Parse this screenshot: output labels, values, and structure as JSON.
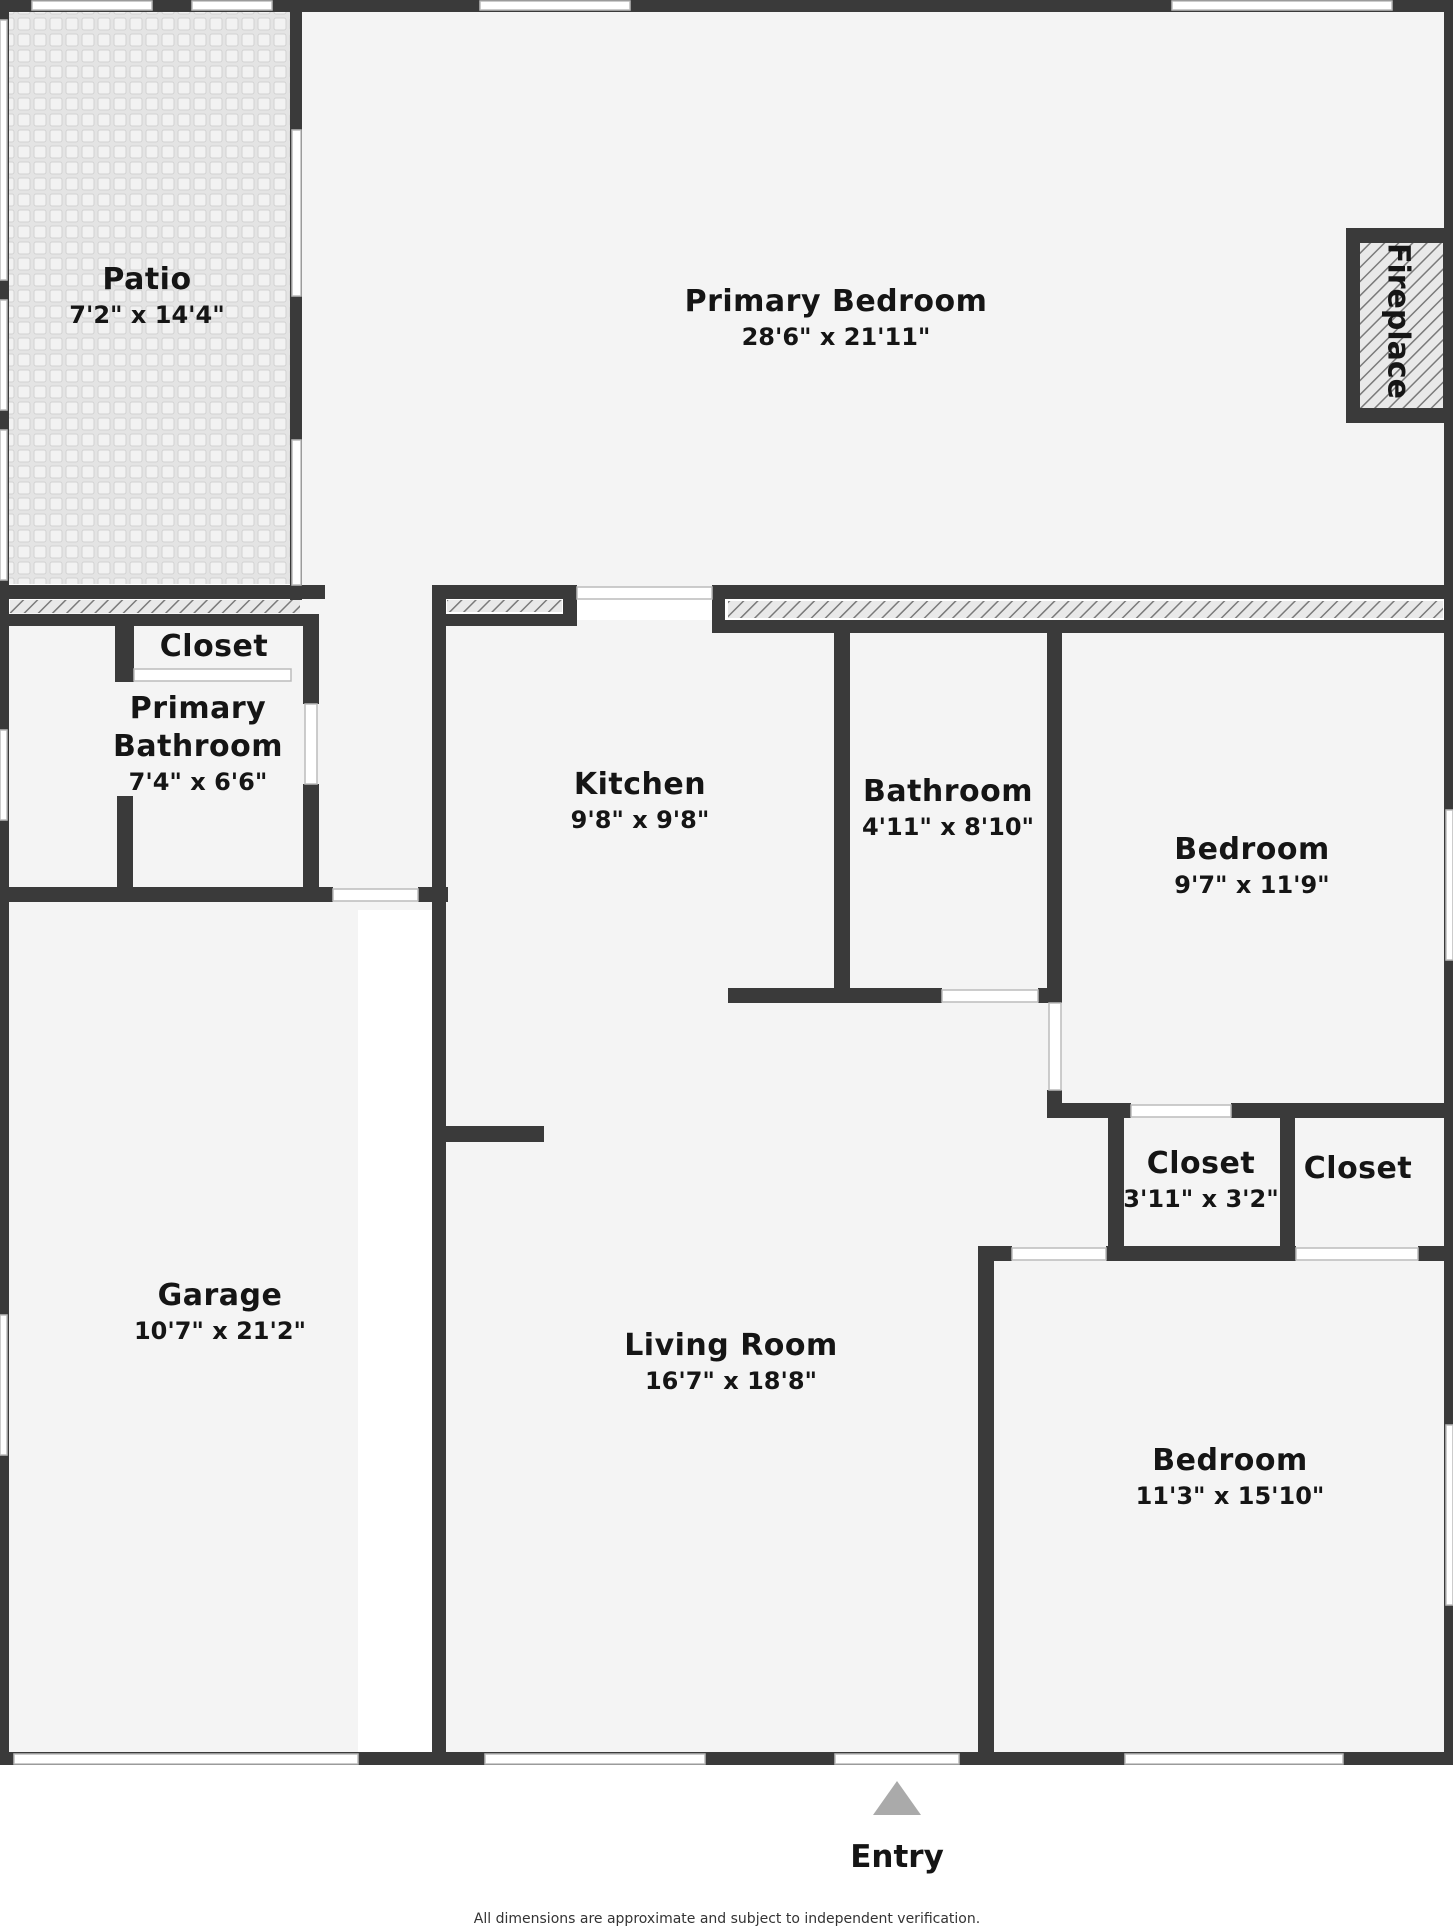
{
  "rooms": {
    "patio": {
      "name": "Patio",
      "dims": "7'2\" x 14'4\""
    },
    "primary_bedroom": {
      "name": "Primary Bedroom",
      "dims": "28'6\" x 21'11\""
    },
    "closet_primary": {
      "name": "Closet"
    },
    "primary_bathroom": {
      "name_line1": "Primary",
      "name_line2": "Bathroom",
      "dims": "7'4\" x 6'6\""
    },
    "kitchen": {
      "name": "Kitchen",
      "dims": "9'8\" x 9'8\""
    },
    "bathroom": {
      "name": "Bathroom",
      "dims": "4'11\" x 8'10\""
    },
    "bedroom_upper": {
      "name": "Bedroom",
      "dims": "9'7\" x 11'9\""
    },
    "closet_mid": {
      "name": "Closet",
      "dims": "3'11\" x 3'2\""
    },
    "closet_right": {
      "name": "Closet"
    },
    "garage": {
      "name": "Garage",
      "dims": "10'7\" x 21'2\""
    },
    "living_room": {
      "name": "Living Room",
      "dims": "16'7\" x 18'8\""
    },
    "bedroom_lower": {
      "name": "Bedroom",
      "dims": "11'3\" x 15'10\""
    }
  },
  "fireplace": {
    "label": "Fireplace"
  },
  "entry": {
    "label": "Entry"
  },
  "disclaimer": "All dimensions are approximate and subject to independent verification.",
  "colors": {
    "wall": "#3a3a3a",
    "floor": "#f4f4f4",
    "patio_floor": "#e6e6e6",
    "entry_arrow": "#aaaaaa"
  }
}
